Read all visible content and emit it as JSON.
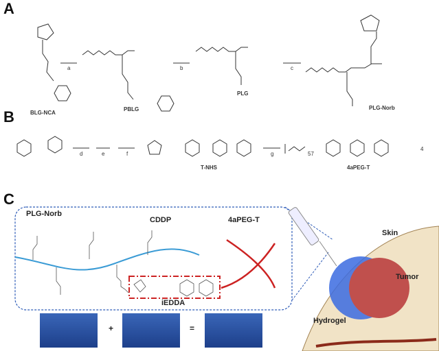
{
  "panels": {
    "a": "A",
    "b": "B",
    "c": "C"
  },
  "scheme_a": {
    "compounds": [
      "BLG-NCA",
      "PBLG",
      "PLG",
      "PLG-Norb"
    ],
    "steps": [
      "a",
      "b",
      "c"
    ]
  },
  "scheme_b": {
    "compounds": [
      "T-NHS",
      "4aPEG-T"
    ],
    "steps": [
      "d",
      "e",
      "f",
      "g"
    ],
    "peg_repeat": "57",
    "arm_count": "4"
  },
  "scheme_c": {
    "labels": {
      "plg_norb": "PLG-Norb",
      "cddp": "CDDP",
      "peg": "4aPEG-T",
      "iedda": "iEDDA",
      "skin": "Skin",
      "tumor": "Tumor",
      "hydrogel": "Hydrogel"
    },
    "equation": {
      "plus": "+",
      "equals": "="
    }
  },
  "colors": {
    "polymer": "#3a9bd5",
    "peg": "#cc2222",
    "box": "#2e5cb8",
    "skin": "#f1e3c6",
    "tumor": "#c0504d",
    "hydrogel": "#3b6be0"
  }
}
